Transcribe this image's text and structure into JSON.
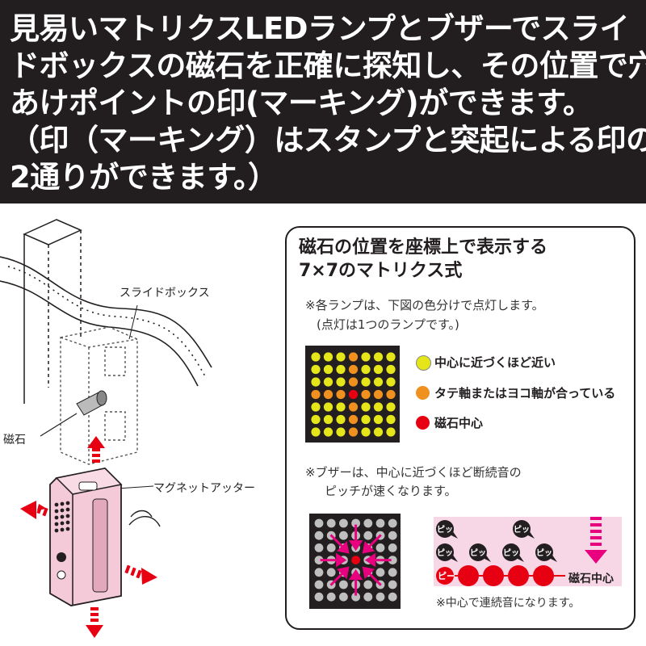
{
  "header": {
    "lines": [
      "見易いマトリクスLEDランプとブザーでスライ",
      "ドボックスの磁石を正確に探知し、その位置で穴",
      "あけポイントの印(マーキング)ができます。",
      "（印（マーキング）はスタンプと突起による印の",
      "2通りができます。）"
    ]
  },
  "illustration": {
    "slide_box_label": "スライドボックス",
    "magnet_label": "磁石",
    "device_label": "マグネットアッター"
  },
  "panel": {
    "title_line1": "磁石の位置を座標上で表示する",
    "title_line2": "7×7のマトリクス式",
    "lamp_note_line1": "※各ランプは、下図の色分けで点灯します。",
    "lamp_note_line2": "(点灯は1つのランプです。)",
    "legend": [
      {
        "label": "中心に近づくほど近い",
        "color": "#e4e619"
      },
      {
        "label": "タテ軸またはヨコ軸が合っている",
        "color": "#f0901e"
      },
      {
        "label": "磁石中心",
        "color": "#e60012"
      }
    ],
    "buzzer_note_line1": "※ブザーは、中心に近づくほど断続音の",
    "buzzer_note_line2": "ピッチが速くなります。",
    "beep_label": "ピッ",
    "continuous_label": "ピー",
    "magnet_center_label": "磁石中心",
    "continuous_note": "※中心で連続音になります。"
  },
  "colors": {
    "header_bg": "#221e1f",
    "arrow_pink": "#e8007f",
    "arrow_red": "#e60012",
    "device_pink": "#f4c9d8",
    "led_yellow": "#e4e619",
    "led_orange": "#f0901e",
    "led_red": "#e60012"
  }
}
